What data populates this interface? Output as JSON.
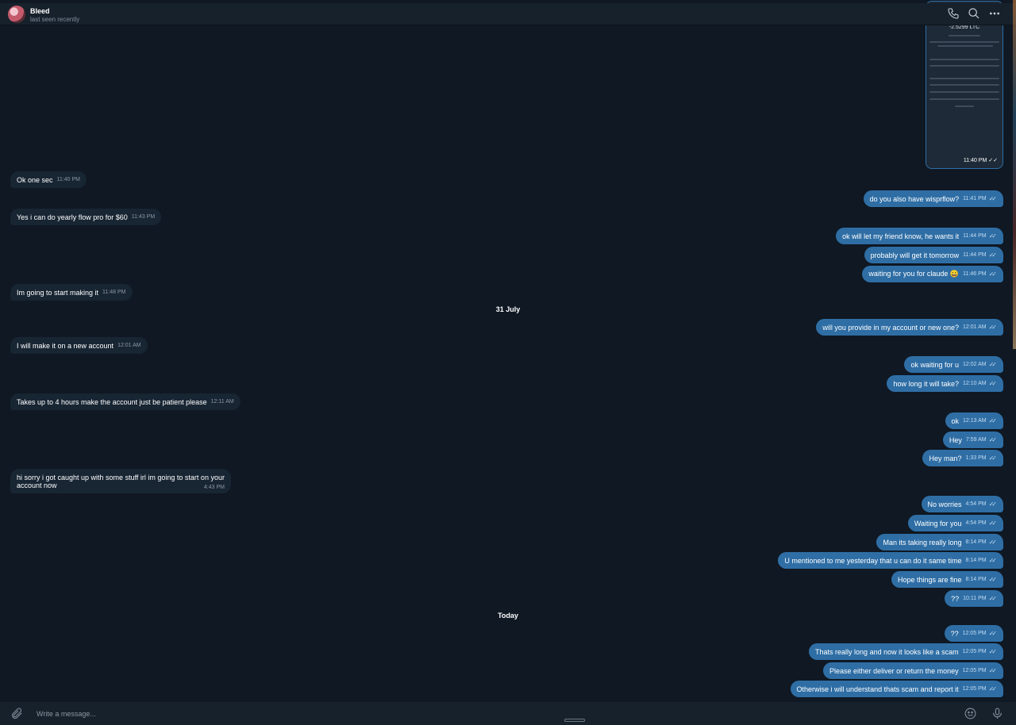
{
  "header": {
    "name": "Bleed",
    "status": "last seen recently"
  },
  "image_message": {
    "amount": "-2.5299 LTC",
    "time": "11:40 PM"
  },
  "dates": {
    "d1": "31 July",
    "d2": "Today"
  },
  "messages": [
    {
      "dir": "in",
      "text": "Ok one sec",
      "time": "11:40 PM"
    },
    {
      "dir": "out",
      "text": "do you also have wisprflow?",
      "time": "11:41 PM"
    },
    {
      "dir": "in",
      "text": "Yes i can do yearly flow pro for $60",
      "time": "11:43 PM"
    },
    {
      "dir": "out",
      "text": "ok will let my friend know, he wants it",
      "time": "11:44 PM"
    },
    {
      "dir": "out",
      "text": "probably will get it tomorrow",
      "time": "11:44 PM"
    },
    {
      "dir": "out",
      "text": "waiting for you for claude 😀",
      "time": "11:46 PM"
    },
    {
      "dir": "in",
      "text": "Im going to start making it",
      "time": "11:48 PM"
    },
    {
      "dir": "out",
      "text": "will you provide in my account or new one?",
      "time": "12:01 AM"
    },
    {
      "dir": "in",
      "text": "I will make it on a new account",
      "time": "12:01 AM"
    },
    {
      "dir": "out",
      "text": "ok waiting for u",
      "time": "12:02 AM"
    },
    {
      "dir": "out",
      "text": "how long it will take?",
      "time": "12:10 AM"
    },
    {
      "dir": "in",
      "text": "Takes up to 4 hours make the account just be patient please",
      "time": "12:11 AM"
    },
    {
      "dir": "out",
      "text": "ok",
      "time": "12:13 AM"
    },
    {
      "dir": "out",
      "text": "Hey",
      "time": "7:59 AM"
    },
    {
      "dir": "out",
      "text": "Hey man?",
      "time": "1:33 PM"
    },
    {
      "dir": "in",
      "text": "hi sorry i got caught up with some stuff irl im going to start on your account now",
      "line1": "hi sorry i got caught up with some stuff irl im going to start on your",
      "line2": "account now",
      "time": "4:43 PM"
    },
    {
      "dir": "out",
      "text": "No worries",
      "time": "4:54 PM"
    },
    {
      "dir": "out",
      "text": "Waiting for you",
      "time": "4:54 PM"
    },
    {
      "dir": "out",
      "text": "Man its taking really long",
      "time": "8:14 PM"
    },
    {
      "dir": "out",
      "text": "U mentioned to me yesterday that u can do it same time",
      "time": "8:14 PM"
    },
    {
      "dir": "out",
      "text": "Hope things are fine",
      "time": "8:14 PM"
    },
    {
      "dir": "out",
      "text": "??",
      "time": "10:11 PM"
    },
    {
      "dir": "out",
      "text": "??",
      "time": "12:05 PM"
    },
    {
      "dir": "out",
      "text": "Thats really long and now it looks like a scam",
      "time": "12:05 PM"
    },
    {
      "dir": "out",
      "text": "Please either deliver or return the money",
      "time": "12:05 PM"
    },
    {
      "dir": "out",
      "text": "Otherwise i will understand thats scam and report it",
      "time": "12:05 PM"
    }
  ],
  "composer": {
    "placeholder": "Write a message..."
  },
  "icons": [
    "phone-icon",
    "search-icon",
    "more-icon",
    "attach-icon",
    "emoji-icon",
    "microphone-icon",
    "double-check-icon"
  ],
  "colors": {
    "background": "#0f1823",
    "incoming": "#182533",
    "outgoing": "#2f6ea5",
    "header": "#17212b"
  }
}
